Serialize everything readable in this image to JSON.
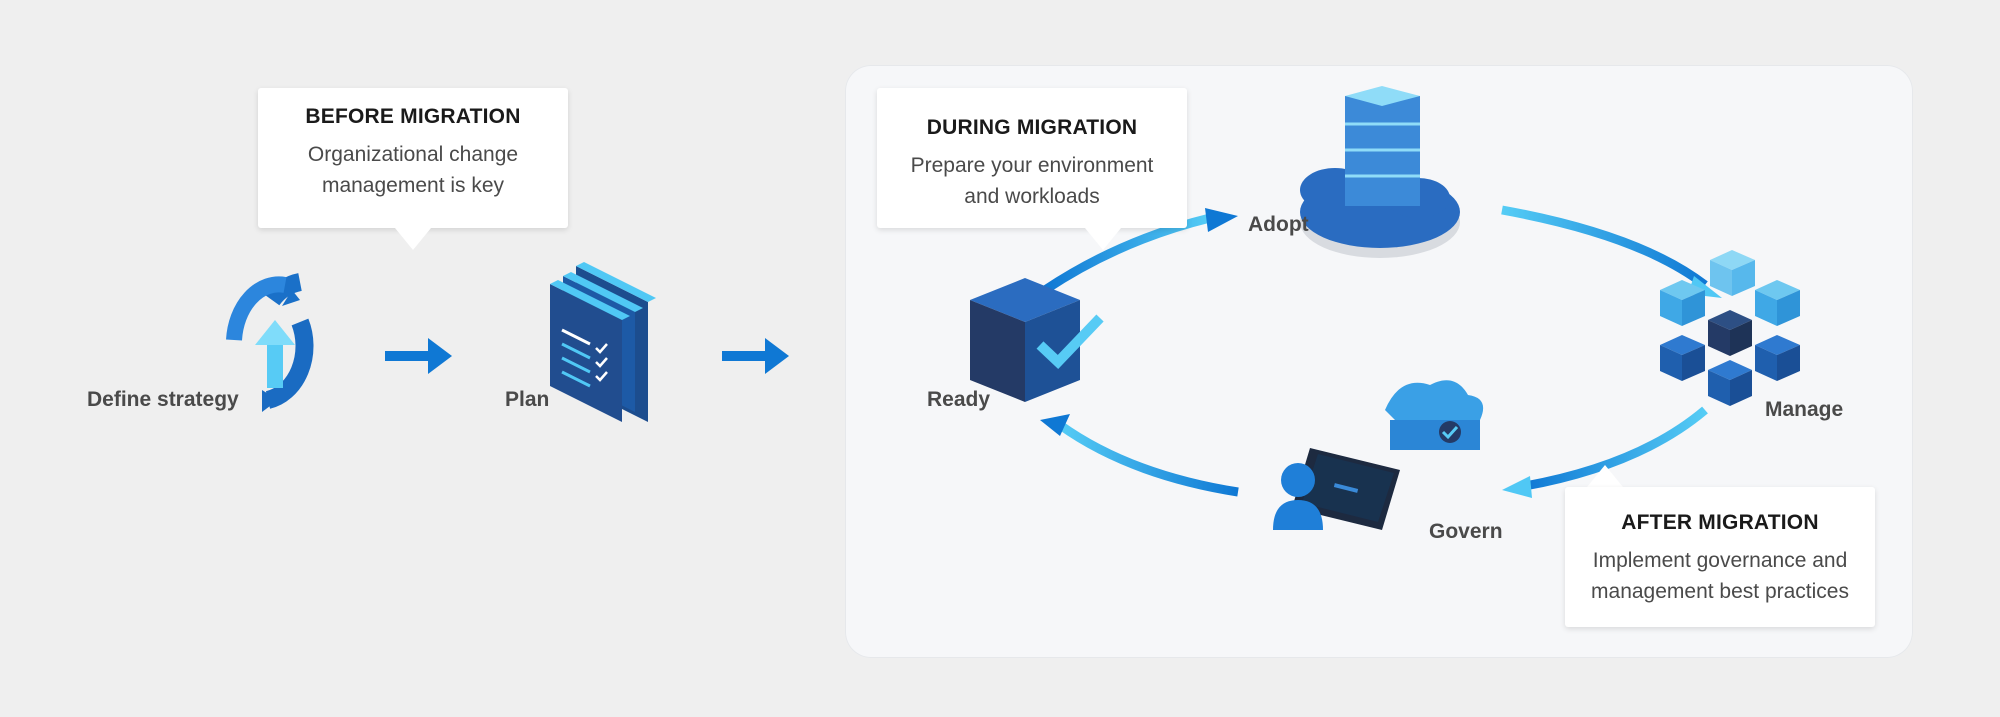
{
  "before": {
    "title": "BEFORE MIGRATION",
    "line1": "Organizational change",
    "line2": "management is key"
  },
  "during": {
    "title": "DURING MIGRATION",
    "line1": "Prepare your environment",
    "line2": "and workloads"
  },
  "after": {
    "title": "AFTER MIGRATION",
    "line1": "Implement governance and",
    "line2": "management best practices"
  },
  "steps": {
    "define_strategy": "Define strategy",
    "plan": "Plan",
    "ready": "Ready",
    "adopt": "Adopt",
    "manage": "Manage",
    "govern": "Govern"
  },
  "colors": {
    "accent": "#0f78d4",
    "light_accent": "#50c8f5",
    "dark_navy": "#243a66"
  }
}
